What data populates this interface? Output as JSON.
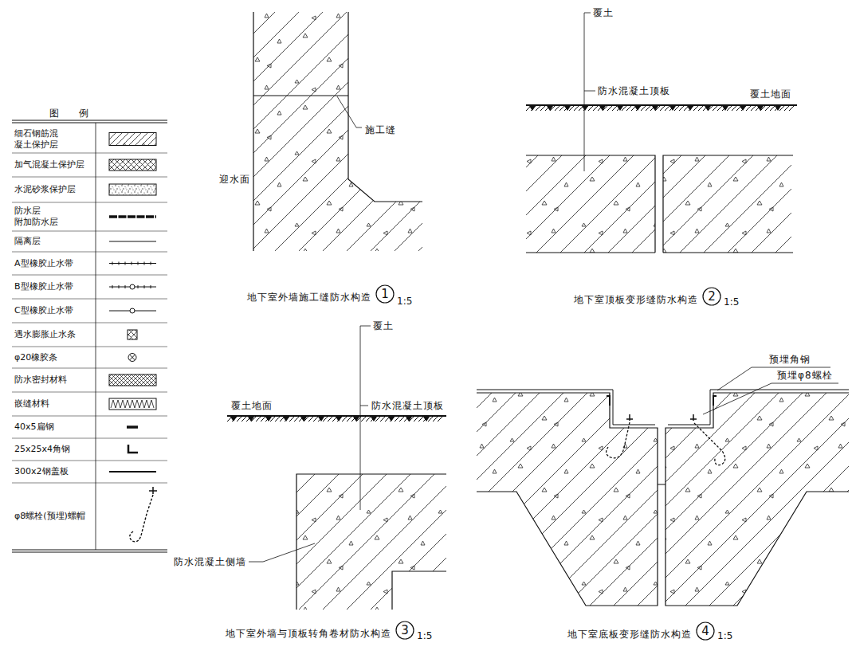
{
  "diagram": {
    "nodes": [
      {
        "text": [
          "1"
        ]
      },
      {
        "text": [
          "2"
        ]
      },
      {
        "text": [
          "3"
        ]
      },
      {
        "text": [
          "4"
        ]
      }
    ],
    "labels": [
      "图 例",
      "施工缝",
      "迎水面",
      "地下室外墙施工缝防水构造",
      "1:5",
      "覆土",
      "防水混凝土顶板",
      "覆土地面",
      "地下室顶板变形缝防水构造",
      "1:5",
      "覆土",
      "覆土地面",
      "防水混凝土顶板",
      "防水混凝土侧墙",
      "地下室外墙与顶板转角卷材防水构造",
      "1:5",
      "预埋角钢",
      "预埋φ8螺栓",
      "地下室底板变形缝防水构造",
      "1:5"
    ],
    "legend": [
      {
        "text": "细石钢筋混凝土保护层"
      },
      {
        "text": "加气混凝土保护层"
      },
      {
        "text": "水泥砂浆保护层"
      },
      {
        "text": "防水层 附加防水层"
      },
      {
        "text": "隔离层"
      },
      {
        "text": "A型橡胶止水带"
      },
      {
        "text": "B型橡胶止水带"
      },
      {
        "text": "C型橡胶止水带"
      },
      {
        "text": "遇水膨胀止水条"
      },
      {
        "text": "φ20橡胶条"
      },
      {
        "text": "防水密封材料"
      },
      {
        "text": "嵌缝材料"
      },
      {
        "text": "40x5扁钢"
      },
      {
        "text": "25x25x4角钢"
      },
      {
        "text": "300x2钢盖板"
      },
      {
        "text": "φ8螺栓(预埋)螺帽"
      }
    ]
  }
}
